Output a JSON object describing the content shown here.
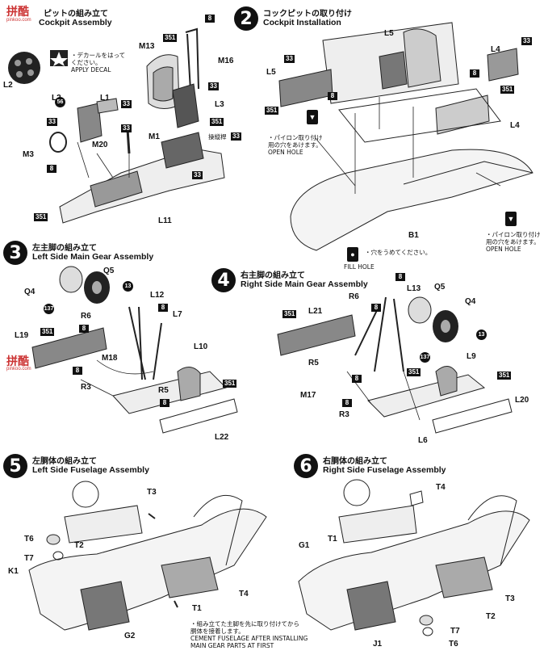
{
  "watermark": {
    "text": "拼酷",
    "sub": "pinkoo.com"
  },
  "step1": {
    "num": "",
    "jp": "ピットの組み立て",
    "en": "Cockpit Assembly",
    "decal_jp": "・デカールをはって",
    "decal_jp2": "ください。",
    "decal_en": "APPLY DECAL",
    "parts": {
      "L2a": "L2",
      "L2b": "L2",
      "L1": "L1",
      "M13": "M13",
      "M16": "M16",
      "L3": "L3",
      "M1": "M1",
      "M20": "M20",
      "M3": "M3",
      "L11": "L11"
    },
    "control_jp": "操縦桿",
    "codes": {
      "c8a": "8",
      "c351a": "351",
      "c33a": "33",
      "c33b": "33",
      "c351b": "351",
      "c33c": "33",
      "c33d": "33",
      "c33e": "33",
      "c8b": "8",
      "c33f": "33",
      "c351c": "351",
      "c56": "56"
    }
  },
  "step2": {
    "num": "2",
    "jp": "コックピットの取り付け",
    "en": "Cockpit Installation",
    "parts": {
      "L5a": "L5",
      "L5b": "L5",
      "L4a": "L4",
      "L4b": "L4",
      "B1": "B1"
    },
    "hole1_jp": "・パイロン取り付け",
    "hole1_jp2": "用の穴をあけます。",
    "hole1_en": "OPEN HOLE",
    "hole2_jp": "・パイロン取り付け",
    "hole2_jp2": "用の穴をあけます。",
    "hole2_en": "OPEN HOLE",
    "fill_jp": "・穴をうめてください。",
    "fill_en": "FILL HOLE",
    "codes": {
      "c33a": "33",
      "c351a": "351",
      "c8a": "8",
      "c33b": "33",
      "c8b": "8",
      "c351b": "351"
    }
  },
  "step3": {
    "num": "3",
    "jp": "左主脚の組み立て",
    "en": "Left Side Main Gear Assembly",
    "parts": {
      "Q5": "Q5",
      "Q4": "Q4",
      "L12": "L12",
      "R6": "R6",
      "L7": "L7",
      "L19": "L19",
      "M18": "M18",
      "L10": "L10",
      "R3": "R3",
      "R5": "R5",
      "L22": "L22"
    },
    "codes": {
      "c13": "13",
      "c137": "137",
      "c8a": "8",
      "c8b": "8",
      "c351a": "351",
      "c8c": "8",
      "c8d": "8",
      "c351b": "351"
    }
  },
  "step4": {
    "num": "4",
    "jp": "右主脚の組み立て",
    "en": "Right Side Main Gear Assembly",
    "parts": {
      "L13": "L13",
      "Q5": "Q5",
      "R6": "R6",
      "Q4": "Q4",
      "L21": "L21",
      "L9": "L9",
      "R5": "R5",
      "M17": "M17",
      "R3": "R3",
      "L6": "L6",
      "L20": "L20"
    },
    "codes": {
      "c8a": "8",
      "c351a": "351",
      "c8b": "8",
      "c13": "13",
      "c137": "137",
      "c351b": "351",
      "c8c": "8",
      "c8d": "8",
      "c351c": "351"
    }
  },
  "step5": {
    "num": "5",
    "jp": "左胴体の組み立て",
    "en": "Left Side Fuselage Assembly",
    "parts": {
      "T3": "T3",
      "T6": "T6",
      "T2": "T2",
      "T7": "T7",
      "K1": "K1",
      "T4": "T4",
      "T1": "T1",
      "G2": "G2"
    },
    "note_jp": "・組み立てた主脚を先に取り付けてから",
    "note_jp2": "胴体を接着します。",
    "note_en": "CEMENT FUSELAGE AFTER INSTALLING",
    "note_en2": "MAIN GEAR PARTS AT FIRST"
  },
  "step6": {
    "num": "6",
    "jp": "右胴体の組み立て",
    "en": "Right Side Fuselage Assembly",
    "parts": {
      "T4": "T4",
      "T1": "T1",
      "G1": "G1",
      "T3": "T3",
      "T2": "T2",
      "T7": "T7",
      "T6": "T6",
      "J1": "J1"
    }
  }
}
